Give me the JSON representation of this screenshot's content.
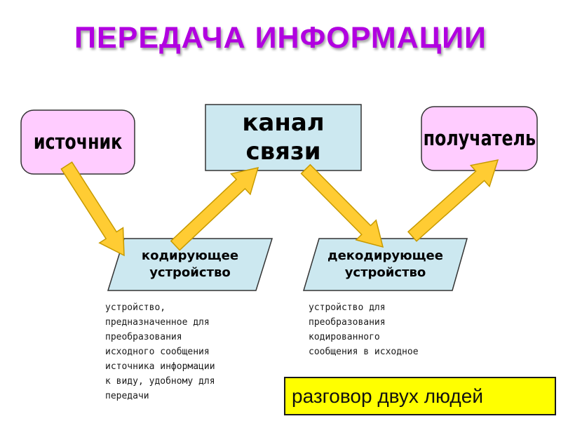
{
  "title": "ПЕРЕДАЧА ИНФОРМАЦИИ",
  "nodes": {
    "source": "источник",
    "channel": "канал\nсвязи",
    "receiver": "получатель",
    "encoder": "кодирующее\nустройство",
    "decoder": "декодирующее\nустройство"
  },
  "descriptions": {
    "encoder": "устройство,\nпредназначенное для\nпреобразования\nисходного сообщения\nисточника информации\nк виду, удобному для\nпередачи",
    "decoder": "устройство для\nпреобразования\nкодированного\nсообщения в исходное"
  },
  "example": "разговор двух людей",
  "colors": {
    "title": "#b100e0",
    "pink_fill": "#ffccff",
    "blue_fill": "#cce8f0",
    "arrow_fill": "#ffcc33",
    "arrow_stroke": "#c79a00",
    "example_fill": "#ffff00"
  }
}
